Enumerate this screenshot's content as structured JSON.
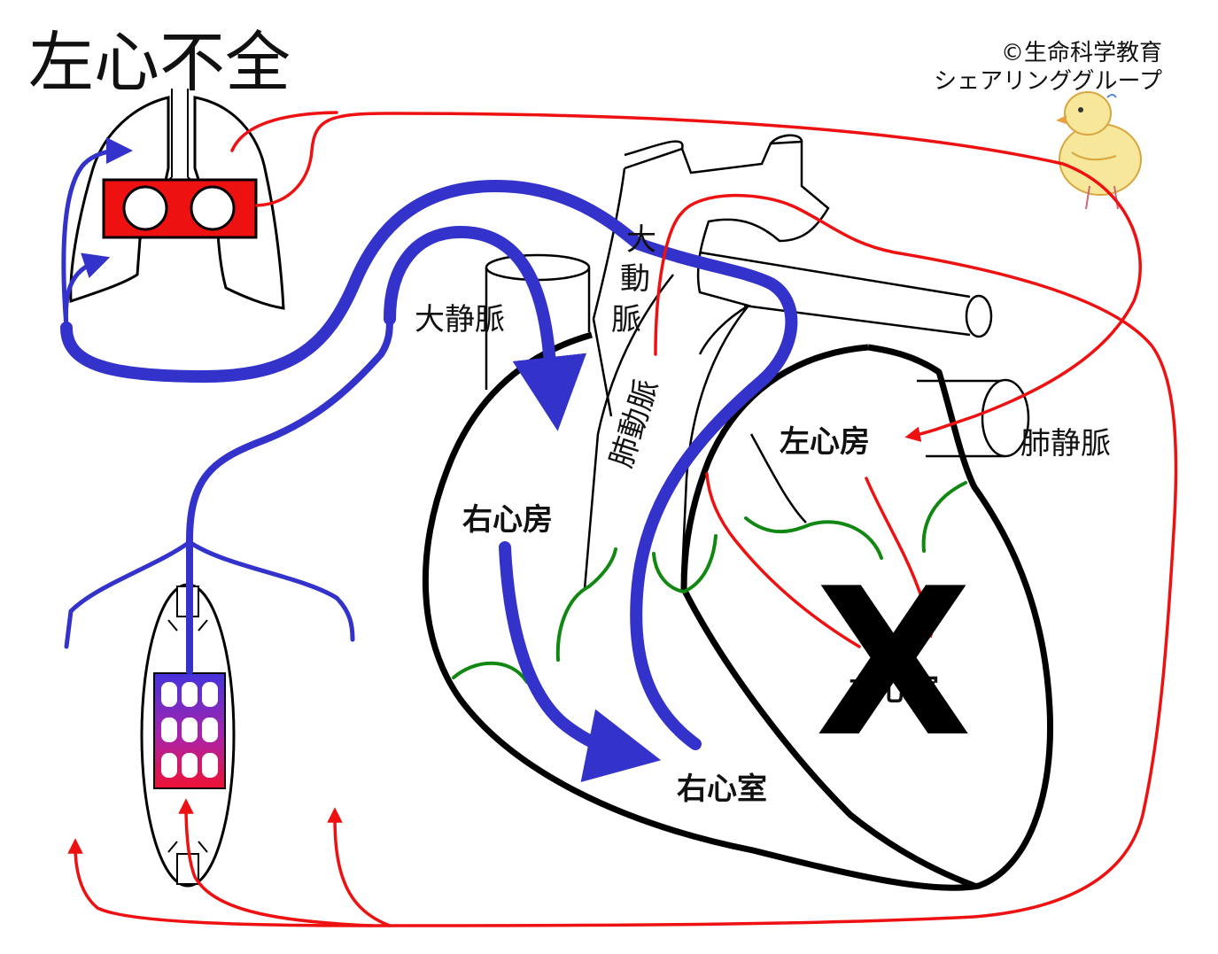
{
  "title": "左心不全",
  "copyright": {
    "line1": "©生命科学教育",
    "line2": "シェアリンググループ"
  },
  "labels": {
    "vena_cava": "大静脈",
    "aorta": [
      "大",
      "動",
      "脈"
    ],
    "pulmonary_artery": "肺動脈",
    "pulmonary_vein": "肺静脈",
    "left_atrium": "左心房",
    "right_atrium": "右心房",
    "left_ventricle": "左心室",
    "right_ventricle": "右心室",
    "failure_mark": "X"
  },
  "colors": {
    "venous_blood": "#3333cc",
    "arterial_blood": "#ee1111",
    "valve": "#118811",
    "outline": "#000000",
    "gas_exchange_box": "#ee1111"
  },
  "icons": [
    "chick-mascot-icon",
    "x-mark-icon"
  ]
}
